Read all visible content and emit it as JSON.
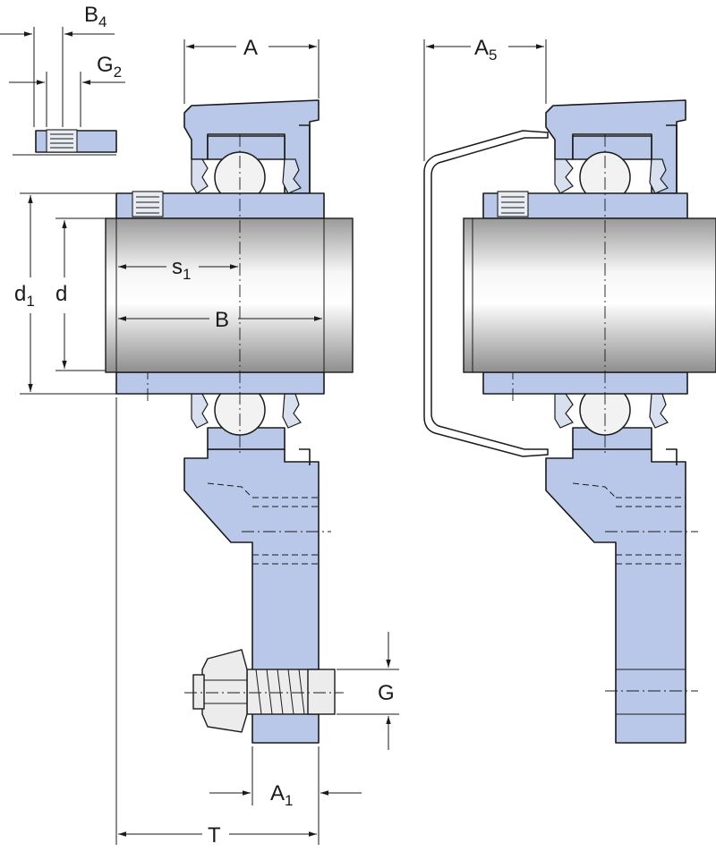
{
  "labels": {
    "B4": {
      "main": "B",
      "sub": "4"
    },
    "G2": {
      "main": "G",
      "sub": "2"
    },
    "A": {
      "main": "A"
    },
    "A5": {
      "main": "A",
      "sub": "5"
    },
    "d1": {
      "main": "d",
      "sub": "1"
    },
    "d": {
      "main": "d"
    },
    "s1": {
      "main": "s",
      "sub": "1"
    },
    "B": {
      "main": "B"
    },
    "G": {
      "main": "G"
    },
    "A1": {
      "main": "A",
      "sub": "1"
    },
    "T": {
      "main": "T"
    }
  },
  "colors": {
    "part_fill": "#b9c8e8",
    "shaft_light": "#f4f4f4",
    "shaft_dark": "#9c9c9c",
    "line": "#1a1a1a"
  }
}
